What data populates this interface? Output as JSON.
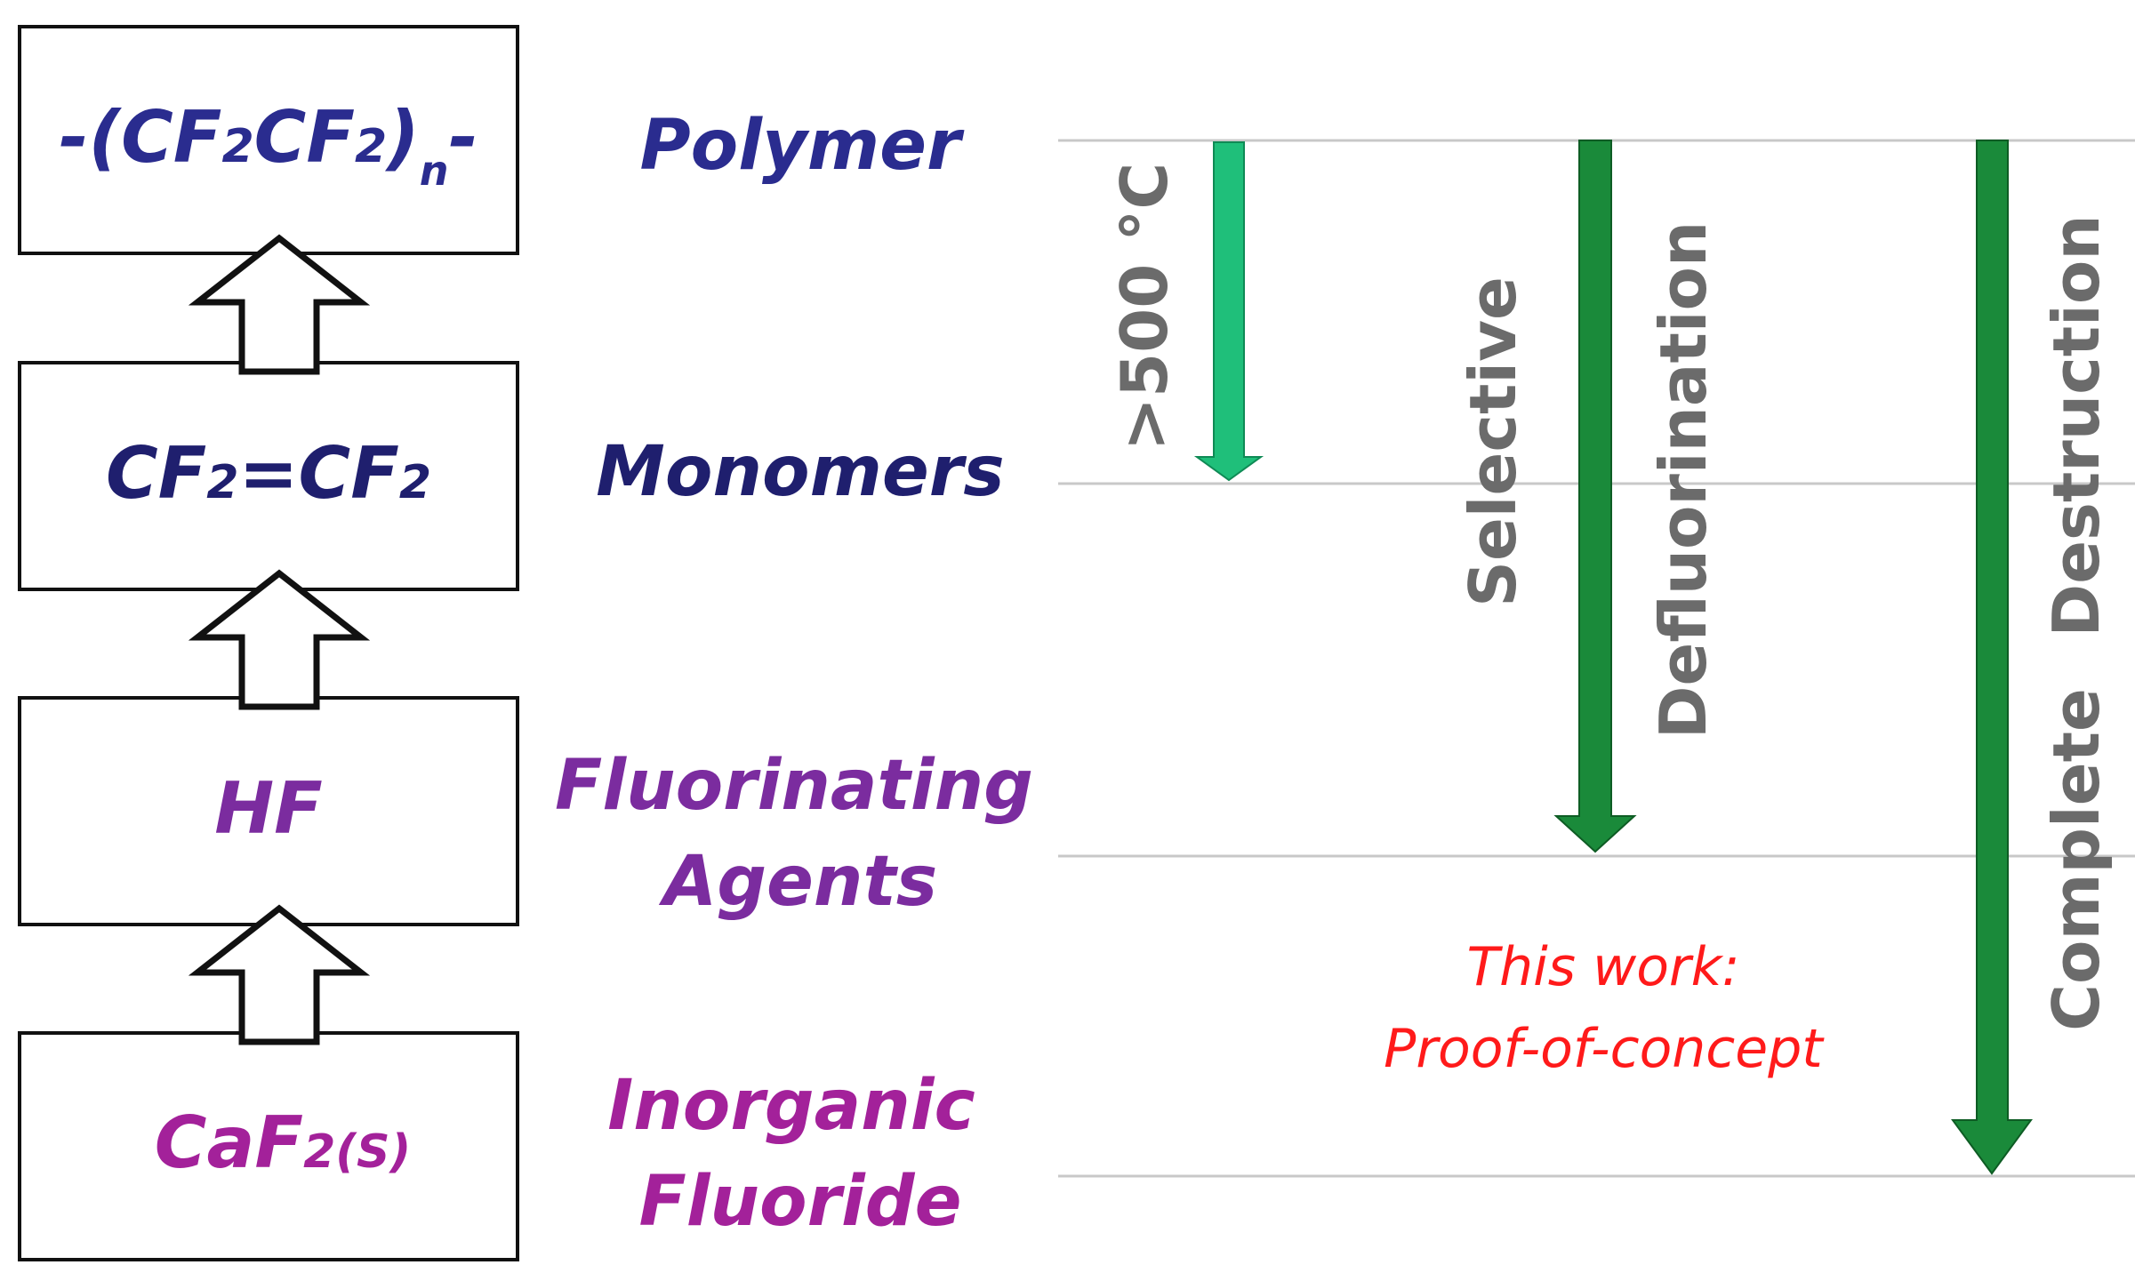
{
  "boxes": [
    {
      "pre": "-(CF",
      "s1": "2",
      "mid": "CF",
      "s2": "2",
      "post": ")",
      "sub_n": "n",
      "tail": "-"
    },
    {
      "pre": "CF",
      "s1": "2",
      "mid": "=CF",
      "s2": "2"
    },
    {
      "text": "HF"
    },
    {
      "pre": "CaF",
      "s1": "2(S)"
    }
  ],
  "levels": {
    "polymer": "Polymer",
    "monomers": "Monomers",
    "fluorinating_1": "Fluorinating",
    "fluorinating_2": "Agents",
    "inorganic_1": "Inorganic",
    "inorganic_2": "Fluoride"
  },
  "arrows": {
    "temperature": ">500 °C",
    "selective": "Selective",
    "defluorination": "Defluorination",
    "complete": "Complete",
    "destruction": "Destruction"
  },
  "this_work": {
    "line1": "This work:",
    "line2": "Proof-of-concept"
  },
  "colors": {
    "polymer": "#2a2c8f",
    "monomers": "#1f1f6e",
    "fluorinating": "#7b2c9f",
    "inorganic": "#a3219a",
    "arrow_light": "#1fbf7a",
    "arrow_dark": "#1a8a3a",
    "annotation": "#ff1a1a",
    "rotated_text": "#6b6b6b"
  }
}
